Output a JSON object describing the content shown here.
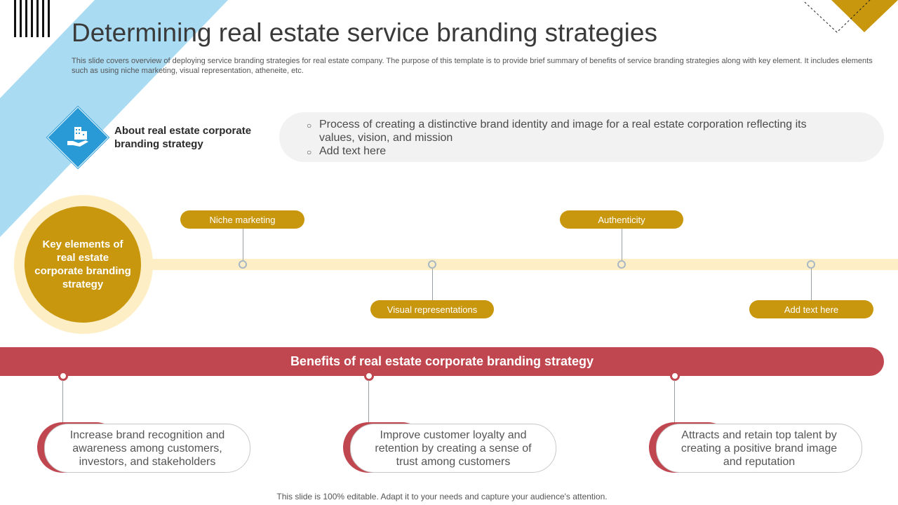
{
  "header": {
    "title": "Determining real estate service branding strategies",
    "subtitle": "This slide covers overview of deploying service branding strategies for real estate company. The purpose of this template is to provide brief summary of benefits of service branding strategies along with key element. It includes elements such as using niche marketing, visual representation, atheneite, etc."
  },
  "about": {
    "icon": "hand-building-icon",
    "heading": "About real estate corporate branding strategy",
    "points": [
      "Process of creating a distinctive brand identity and image for a real estate corporation reflecting its values, vision, and mission",
      "Add text here"
    ]
  },
  "key_elements": {
    "center_label": "Key elements of real estate corporate branding strategy",
    "items": [
      "Niche marketing",
      "Visual representations",
      "Authenticity",
      "Add text here"
    ]
  },
  "benefits": {
    "heading": "Benefits of real estate corporate branding strategy",
    "items": [
      "Increase brand recognition and awareness among customers, investors, and stakeholders",
      "Improve customer loyalty and retention by creating a sense of trust among customers",
      "Attracts and retain top talent by creating a positive brand image and reputation"
    ]
  },
  "footer": {
    "note": "This slide is 100% editable. Adapt it to your needs and capture your audience's attention."
  },
  "colors": {
    "gold": "#c8970d",
    "cream": "#fdeec6",
    "red": "#c0474f",
    "blue": "#2a9ad6",
    "light_blue": "#a9dbf3"
  }
}
